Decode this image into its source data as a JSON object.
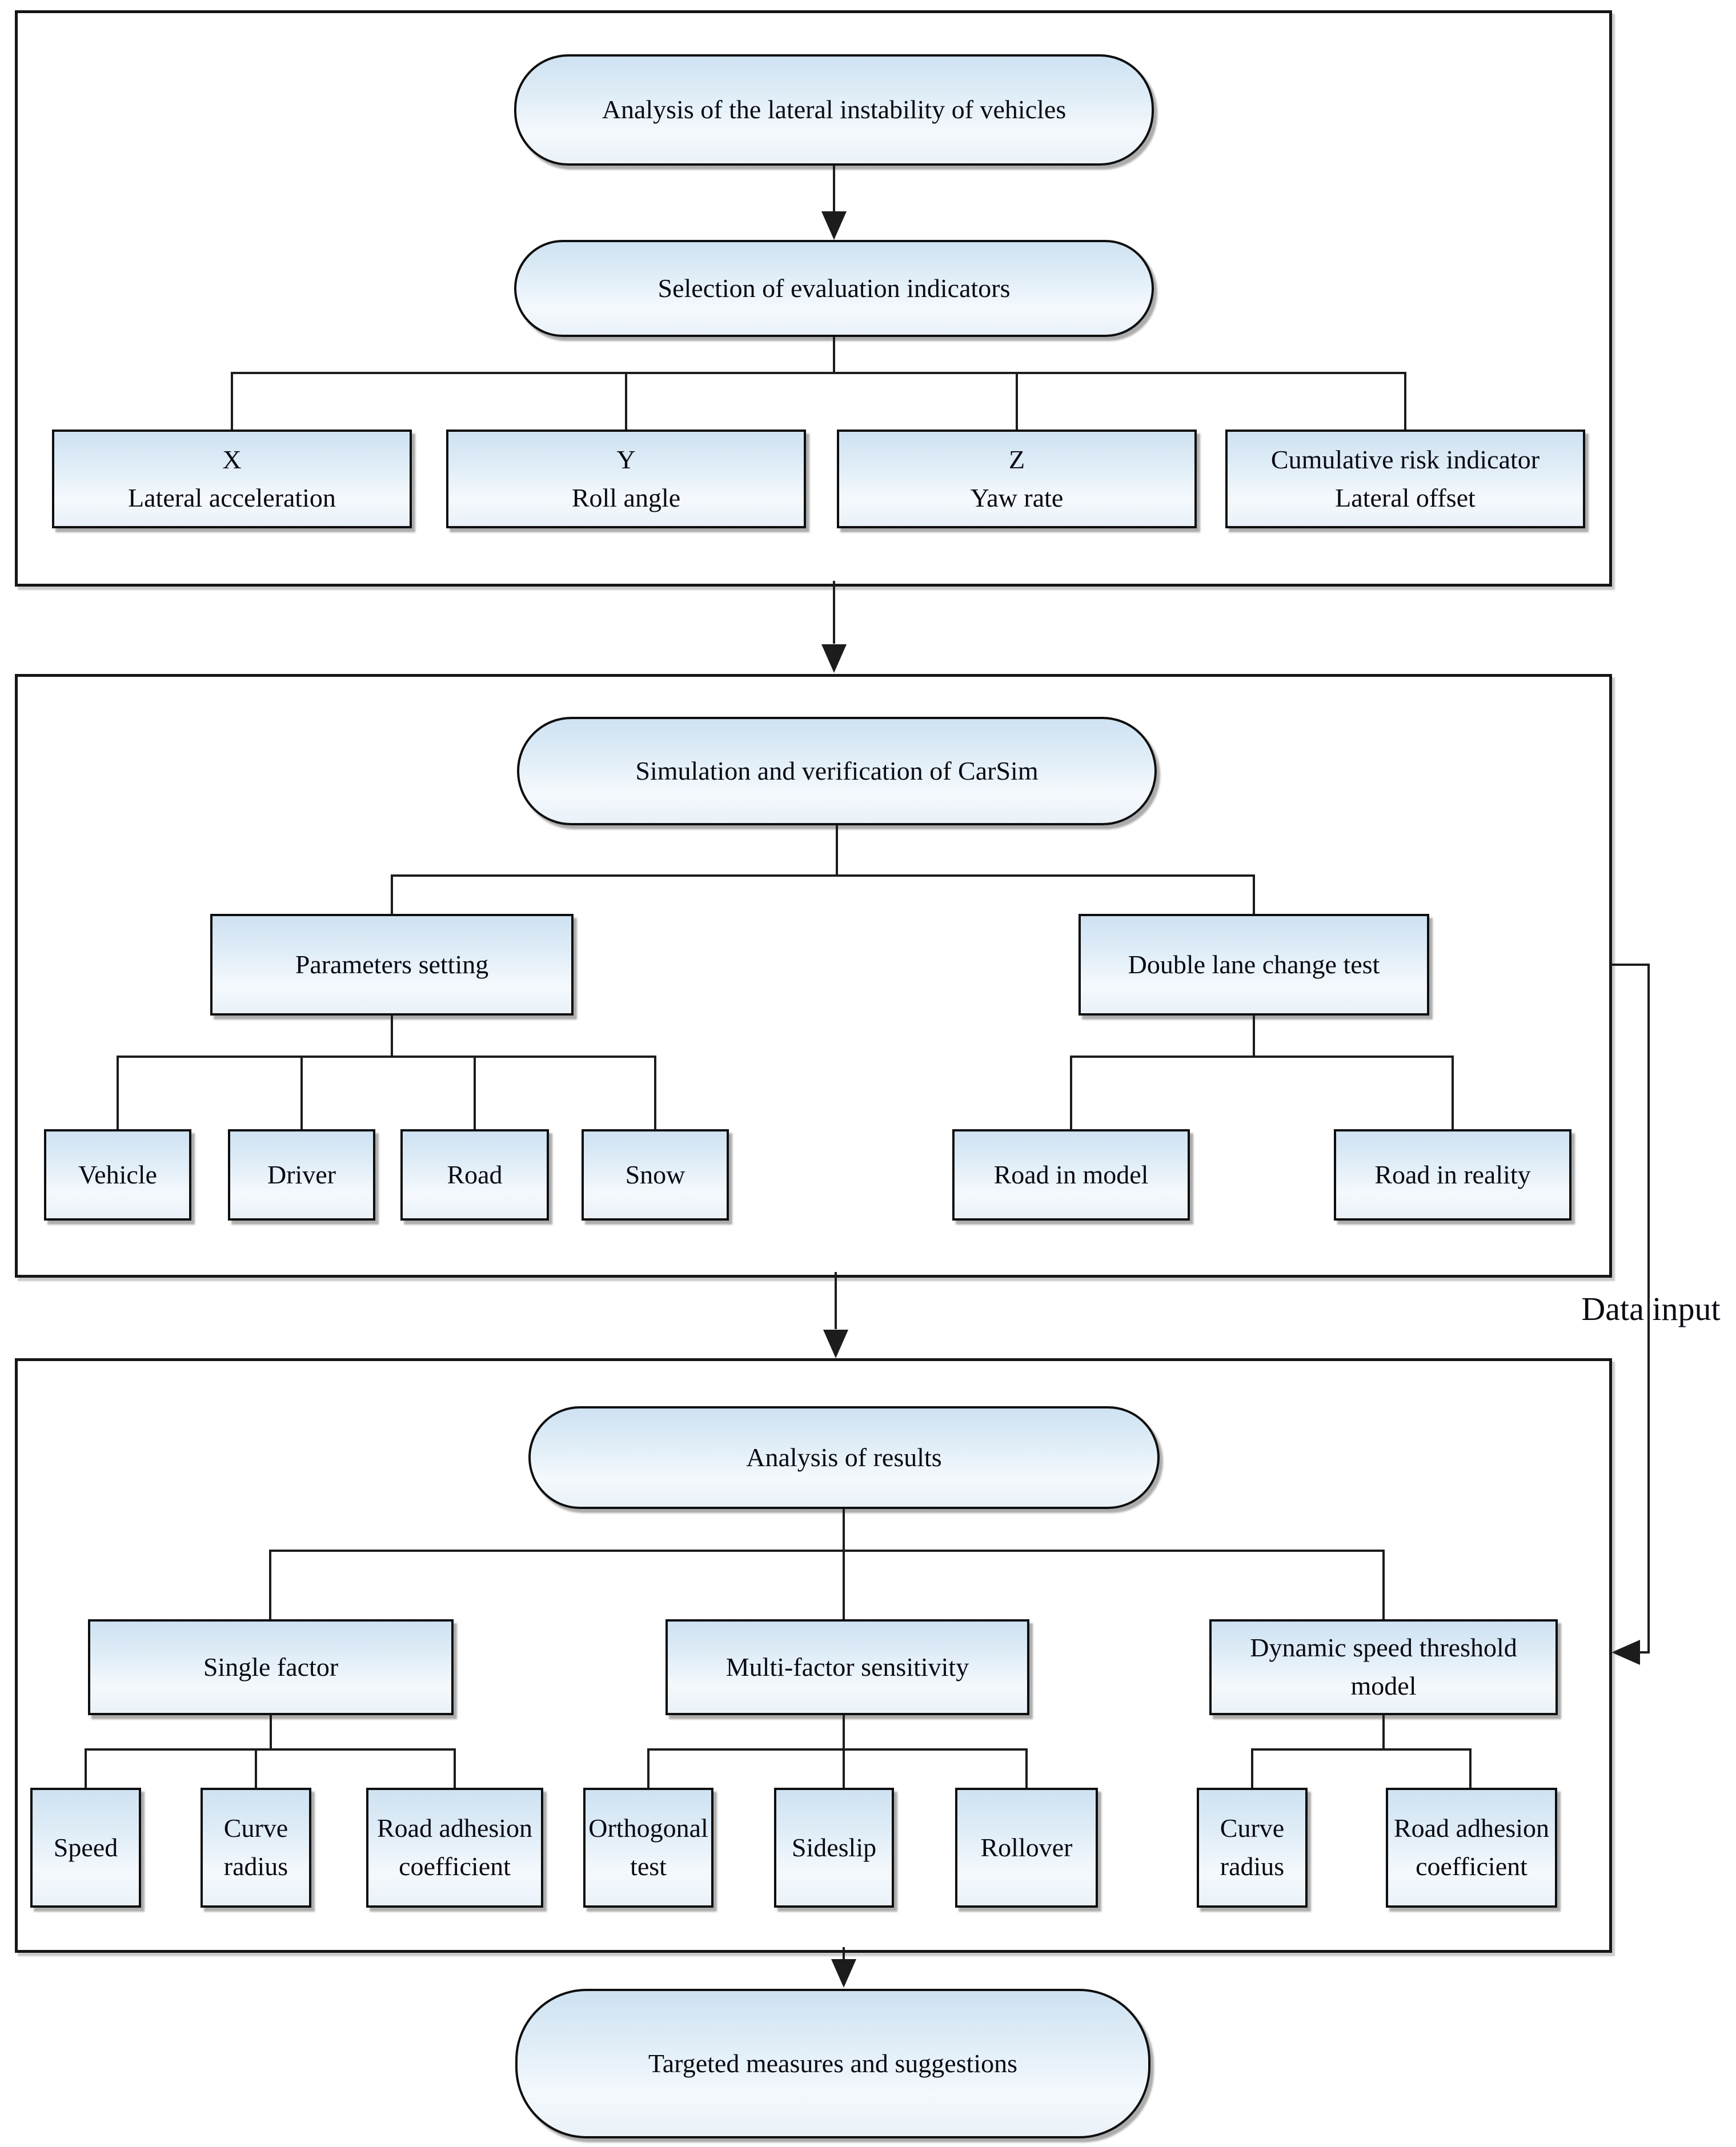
{
  "colors": {
    "node_fill_top": "#cfe2f2",
    "node_fill_bottom": "#e9f1f8",
    "line_color": "#1c1c1c"
  },
  "section1": {
    "start_node": "Analysis of the lateral instability of vehicles",
    "selection_node": "Selection of evaluation indicators",
    "indicators": [
      {
        "line1": "X",
        "line2": "Lateral acceleration"
      },
      {
        "line1": "Y",
        "line2": "Roll angle"
      },
      {
        "line1": "Z",
        "line2": "Yaw rate"
      },
      {
        "line1": "Cumulative risk indicator",
        "line2": "Lateral offset"
      }
    ]
  },
  "section2": {
    "title_node": "Simulation and verification of CarSim",
    "parameters_node": "Parameters setting",
    "test_node": "Double lane change test",
    "parameter_items": [
      "Vehicle",
      "Driver",
      "Road",
      "Snow"
    ],
    "test_items": [
      "Road in model",
      "Road in reality"
    ]
  },
  "section3": {
    "title_node": "Analysis of results",
    "single_factor_node": "Single factor",
    "multi_factor_node": "Multi-factor sensitivity",
    "dynamic_model_node": "Dynamic speed threshold model",
    "single_factor_items": [
      "Speed",
      "Curve radius",
      "Road adhesion coefficient"
    ],
    "multi_factor_items": [
      "Orthogonal test",
      "Sideslip",
      "Rollover"
    ],
    "dynamic_model_items": [
      "Curve radius",
      "Road adhesion coefficient"
    ]
  },
  "end_node": "Targeted measures and suggestions",
  "annotations": {
    "data_input": "Data input"
  }
}
